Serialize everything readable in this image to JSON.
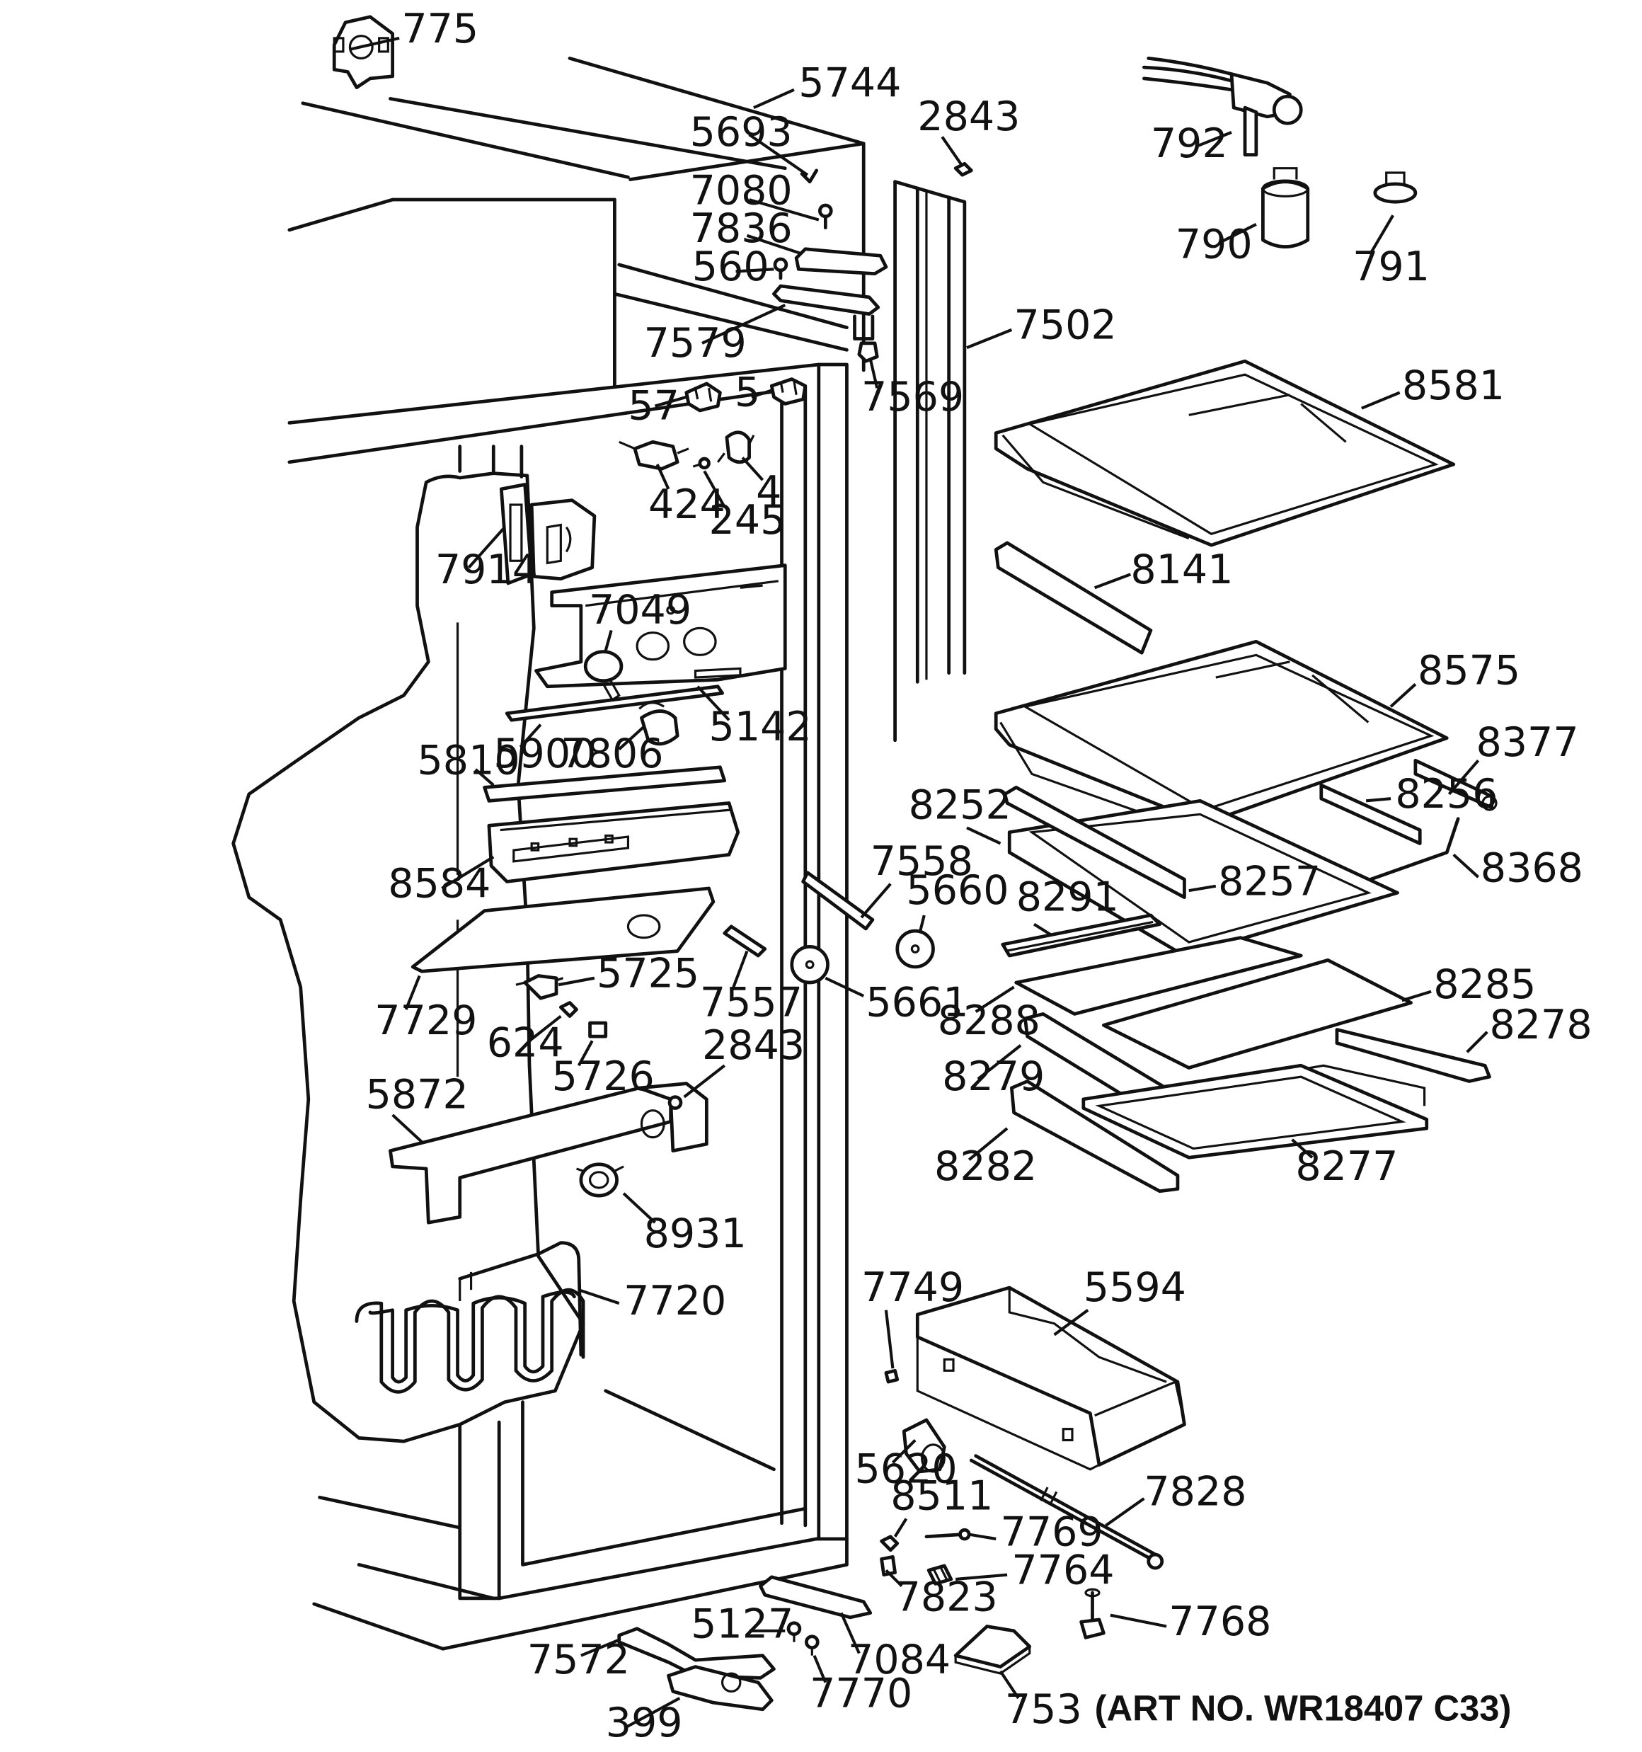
{
  "labels": [
    {
      "text": "775"
    },
    {
      "text": "5744"
    },
    {
      "text": "5693"
    },
    {
      "text": "2843"
    },
    {
      "text": "7080"
    },
    {
      "text": "7836"
    },
    {
      "text": "560"
    },
    {
      "text": "7579"
    },
    {
      "text": "7502"
    },
    {
      "text": "7569"
    },
    {
      "text": "57"
    },
    {
      "text": "5"
    },
    {
      "text": "424"
    },
    {
      "text": "245"
    },
    {
      "text": "4"
    },
    {
      "text": "7914"
    },
    {
      "text": "7049"
    },
    {
      "text": "5142"
    },
    {
      "text": "5900"
    },
    {
      "text": "7806"
    },
    {
      "text": "5810"
    },
    {
      "text": "8584"
    },
    {
      "text": "7558"
    },
    {
      "text": "5660"
    },
    {
      "text": "7557"
    },
    {
      "text": "5661"
    },
    {
      "text": "5725"
    },
    {
      "text": "7729"
    },
    {
      "text": "624"
    },
    {
      "text": "5726"
    },
    {
      "text": "2843"
    },
    {
      "text": "5872"
    },
    {
      "text": "8931"
    },
    {
      "text": "7720"
    },
    {
      "text": "792"
    },
    {
      "text": "790"
    },
    {
      "text": "791"
    },
    {
      "text": "8581"
    },
    {
      "text": "8141"
    },
    {
      "text": "8575"
    },
    {
      "text": "8377"
    },
    {
      "text": "8256"
    },
    {
      "text": "8252"
    },
    {
      "text": "8368"
    },
    {
      "text": "8257"
    },
    {
      "text": "8291"
    },
    {
      "text": "8285"
    },
    {
      "text": "8288"
    },
    {
      "text": "8278"
    },
    {
      "text": "8279"
    },
    {
      "text": "8282"
    },
    {
      "text": "8277"
    },
    {
      "text": "7749"
    },
    {
      "text": "5594"
    },
    {
      "text": "5620"
    },
    {
      "text": "7828"
    },
    {
      "text": "8511"
    },
    {
      "text": "7769"
    },
    {
      "text": "7764"
    },
    {
      "text": "7823"
    },
    {
      "text": "7768"
    },
    {
      "text": "5127"
    },
    {
      "text": "7084"
    },
    {
      "text": "7572"
    },
    {
      "text": "7770"
    },
    {
      "text": "753"
    },
    {
      "text": "399"
    }
  ],
  "art_number": "(ART NO. WR18407 C33)"
}
